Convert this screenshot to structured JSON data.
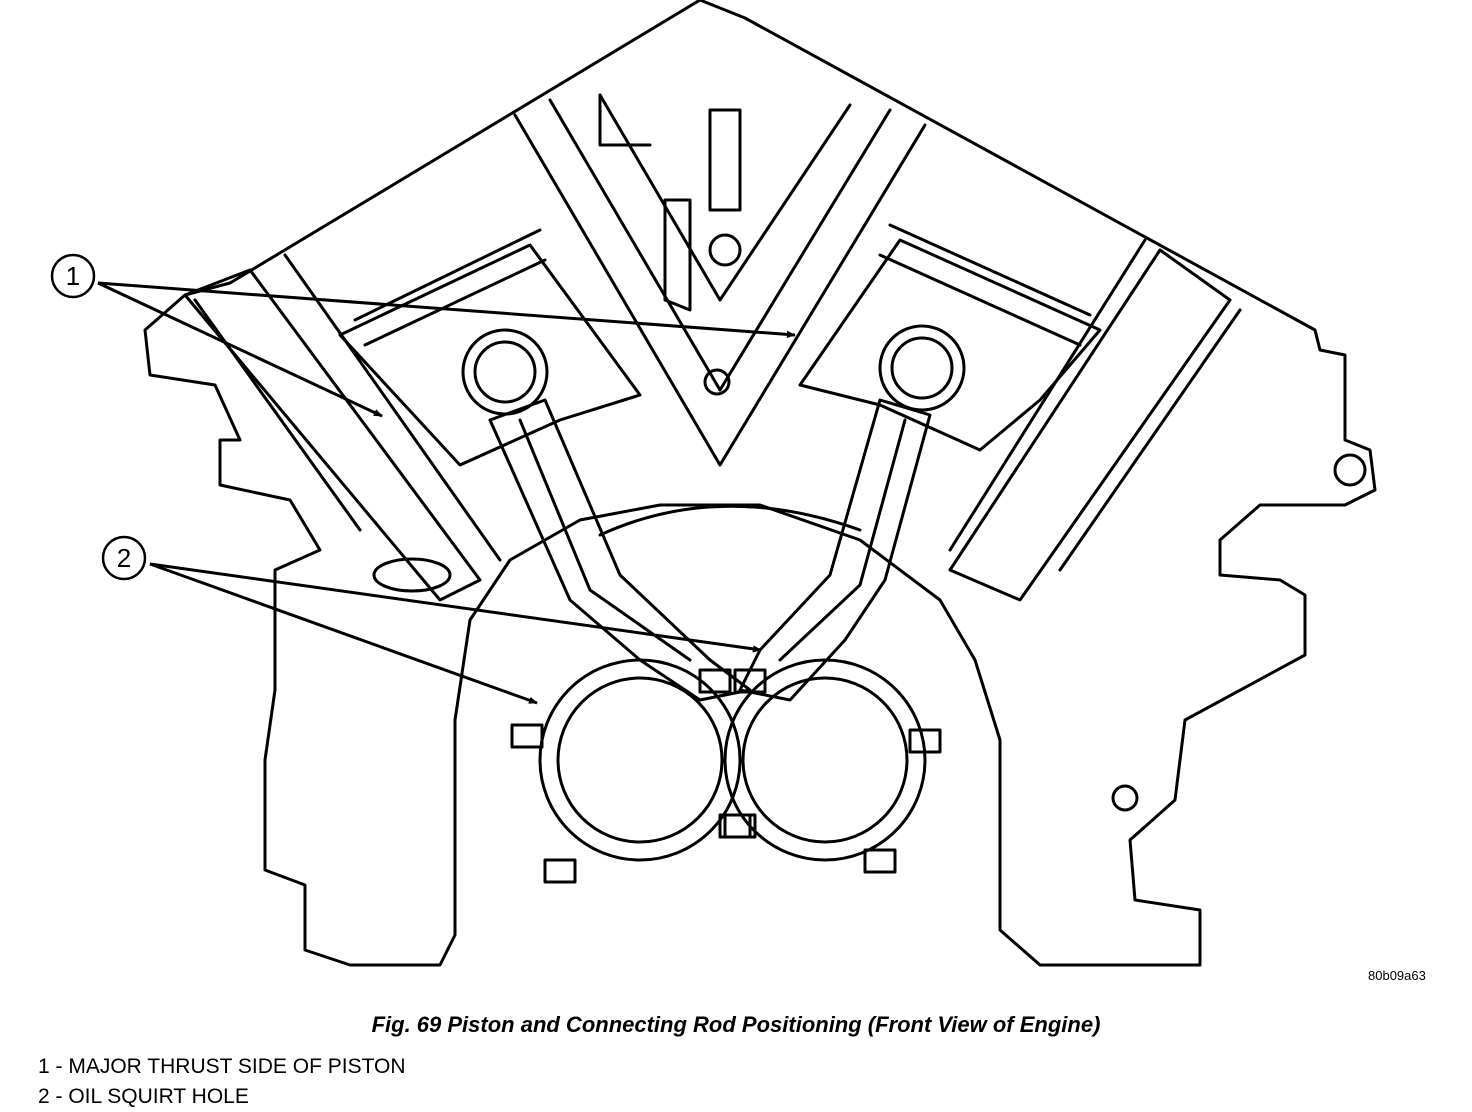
{
  "figure": {
    "id_code": "80b09a63",
    "caption": "Fig. 69 Piston and Connecting Rod Positioning (Front View of Engine)"
  },
  "callouts": [
    {
      "number": "1"
    },
    {
      "number": "2"
    }
  ],
  "legend": [
    {
      "number": "1",
      "text": "1 - MAJOR THRUST SIDE OF PISTON"
    },
    {
      "number": "2",
      "text": "2 - OIL SQUIRT HOLE"
    }
  ]
}
